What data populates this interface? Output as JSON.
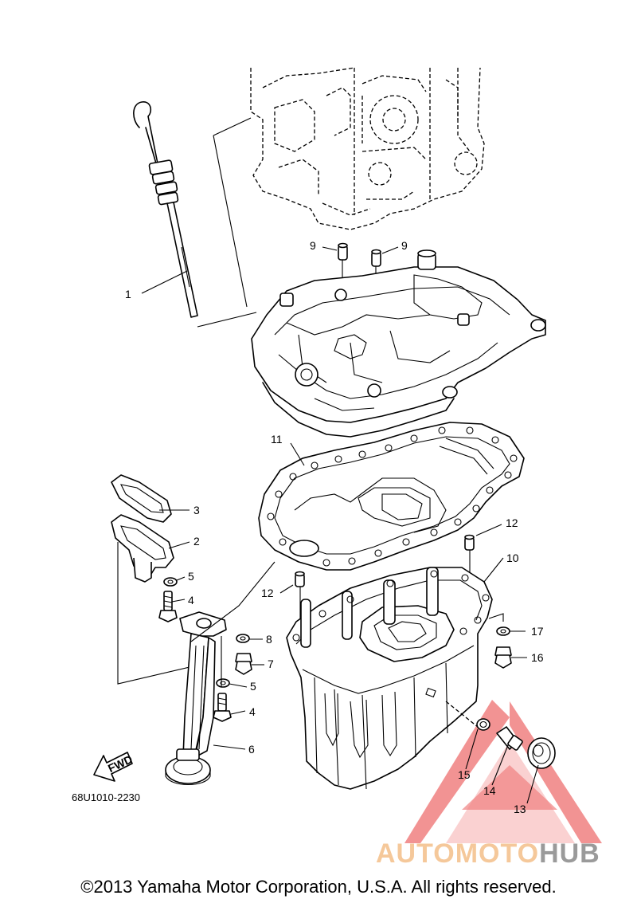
{
  "diagram": {
    "callouts": [
      {
        "id": "1",
        "label": "1"
      },
      {
        "id": "2",
        "label": "2"
      },
      {
        "id": "3",
        "label": "3"
      },
      {
        "id": "4a",
        "label": "4"
      },
      {
        "id": "4b",
        "label": "4"
      },
      {
        "id": "5a",
        "label": "5"
      },
      {
        "id": "5b",
        "label": "5"
      },
      {
        "id": "6",
        "label": "6"
      },
      {
        "id": "7",
        "label": "7"
      },
      {
        "id": "8",
        "label": "8"
      },
      {
        "id": "9a",
        "label": "9"
      },
      {
        "id": "9b",
        "label": "9"
      },
      {
        "id": "10",
        "label": "10"
      },
      {
        "id": "11",
        "label": "11"
      },
      {
        "id": "12a",
        "label": "12"
      },
      {
        "id": "12b",
        "label": "12"
      },
      {
        "id": "13",
        "label": "13"
      },
      {
        "id": "14",
        "label": "14"
      },
      {
        "id": "15",
        "label": "15"
      },
      {
        "id": "16",
        "label": "16"
      },
      {
        "id": "17",
        "label": "17"
      }
    ],
    "drawing_code": "68U1010-2230",
    "fwd_label": "FWD"
  },
  "watermark": {
    "part_a": "AUTOMOTO",
    "part_b": "HUB",
    "colors": {
      "accent": "#f08080",
      "text_a": "#f5c89a",
      "text_b": "#9a9a9a"
    }
  },
  "footer": {
    "copyright": "©2013 Yamaha Motor Corporation, U.S.A. All rights reserved."
  }
}
